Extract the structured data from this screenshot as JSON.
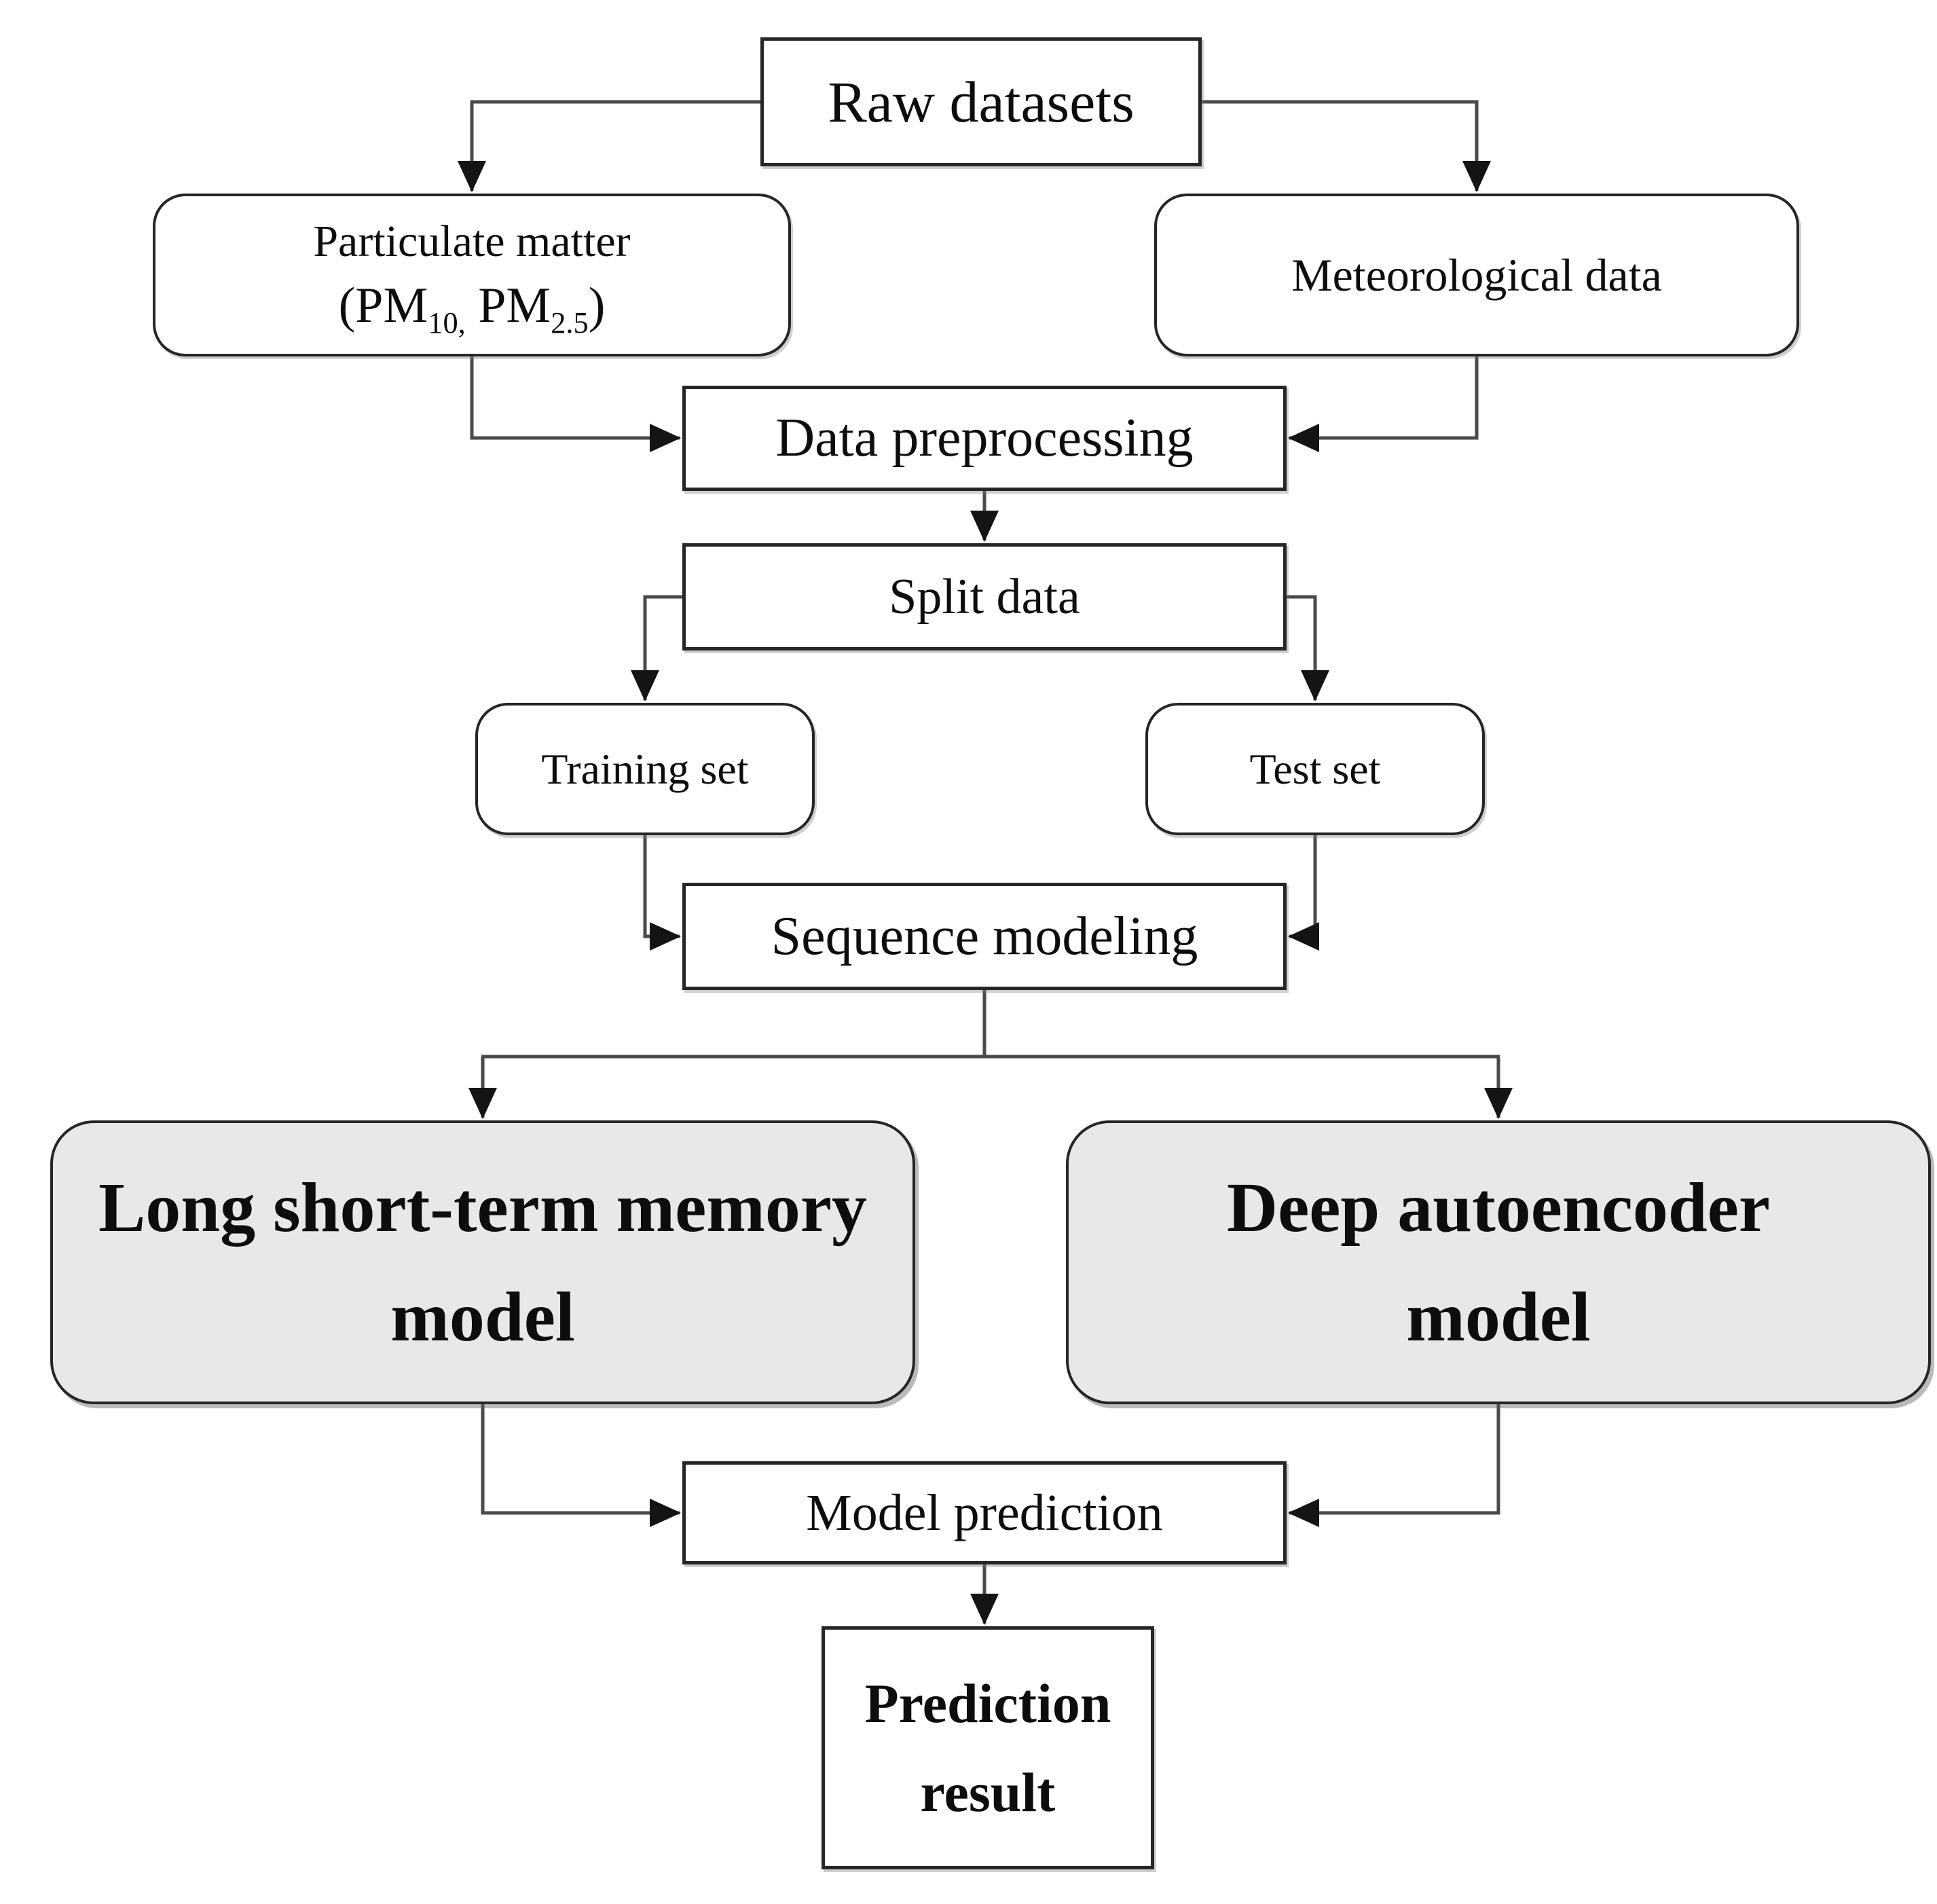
{
  "figure": {
    "type": "flowchart",
    "background": "#ffffff",
    "palette": {
      "box_fill": "#ffffff",
      "model_box_fill": "#e8e8e8",
      "border": "#262626",
      "line": "#4a4a4a",
      "arrow": "#141414",
      "text": "#0d0d0d"
    },
    "nodes": {
      "raw": {
        "label": "Raw datasets"
      },
      "particulate": {
        "line1": "Particulate matter",
        "paren_open": "(PM",
        "pm10_sub": "10,",
        "between": " PM",
        "pm25_sub": "2.5",
        "paren_close": ")"
      },
      "meteorological": {
        "label": "Meteorological data"
      },
      "preprocessing": {
        "label": "Data preprocessing"
      },
      "split": {
        "label": "Split data"
      },
      "training": {
        "label": "Training set"
      },
      "test": {
        "label": "Test set"
      },
      "sequence": {
        "label": "Sequence modeling"
      },
      "lstm": {
        "line1": "Long short-term memory",
        "line2": "model"
      },
      "autoencoder": {
        "line1": "Deep autoencoder",
        "line2": "model"
      },
      "prediction": {
        "label": "Model prediction"
      },
      "result": {
        "line1": "Prediction",
        "line2": "result"
      }
    },
    "edges": [
      {
        "from": "Raw datasets",
        "to": "Particulate matter (PM10, PM2.5)"
      },
      {
        "from": "Raw datasets",
        "to": "Meteorological data"
      },
      {
        "from": "Particulate matter (PM10, PM2.5)",
        "to": "Data preprocessing"
      },
      {
        "from": "Meteorological data",
        "to": "Data preprocessing"
      },
      {
        "from": "Data preprocessing",
        "to": "Split data"
      },
      {
        "from": "Split data",
        "to": "Training set"
      },
      {
        "from": "Split data",
        "to": "Test set"
      },
      {
        "from": "Training set",
        "to": "Sequence modeling"
      },
      {
        "from": "Test set",
        "to": "Sequence modeling"
      },
      {
        "from": "Sequence modeling",
        "to": "Long short-term memory model"
      },
      {
        "from": "Sequence modeling",
        "to": "Deep autoencoder model"
      },
      {
        "from": "Long short-term memory model",
        "to": "Model prediction"
      },
      {
        "from": "Deep autoencoder model",
        "to": "Model prediction"
      },
      {
        "from": "Model prediction",
        "to": "Prediction result"
      }
    ]
  }
}
